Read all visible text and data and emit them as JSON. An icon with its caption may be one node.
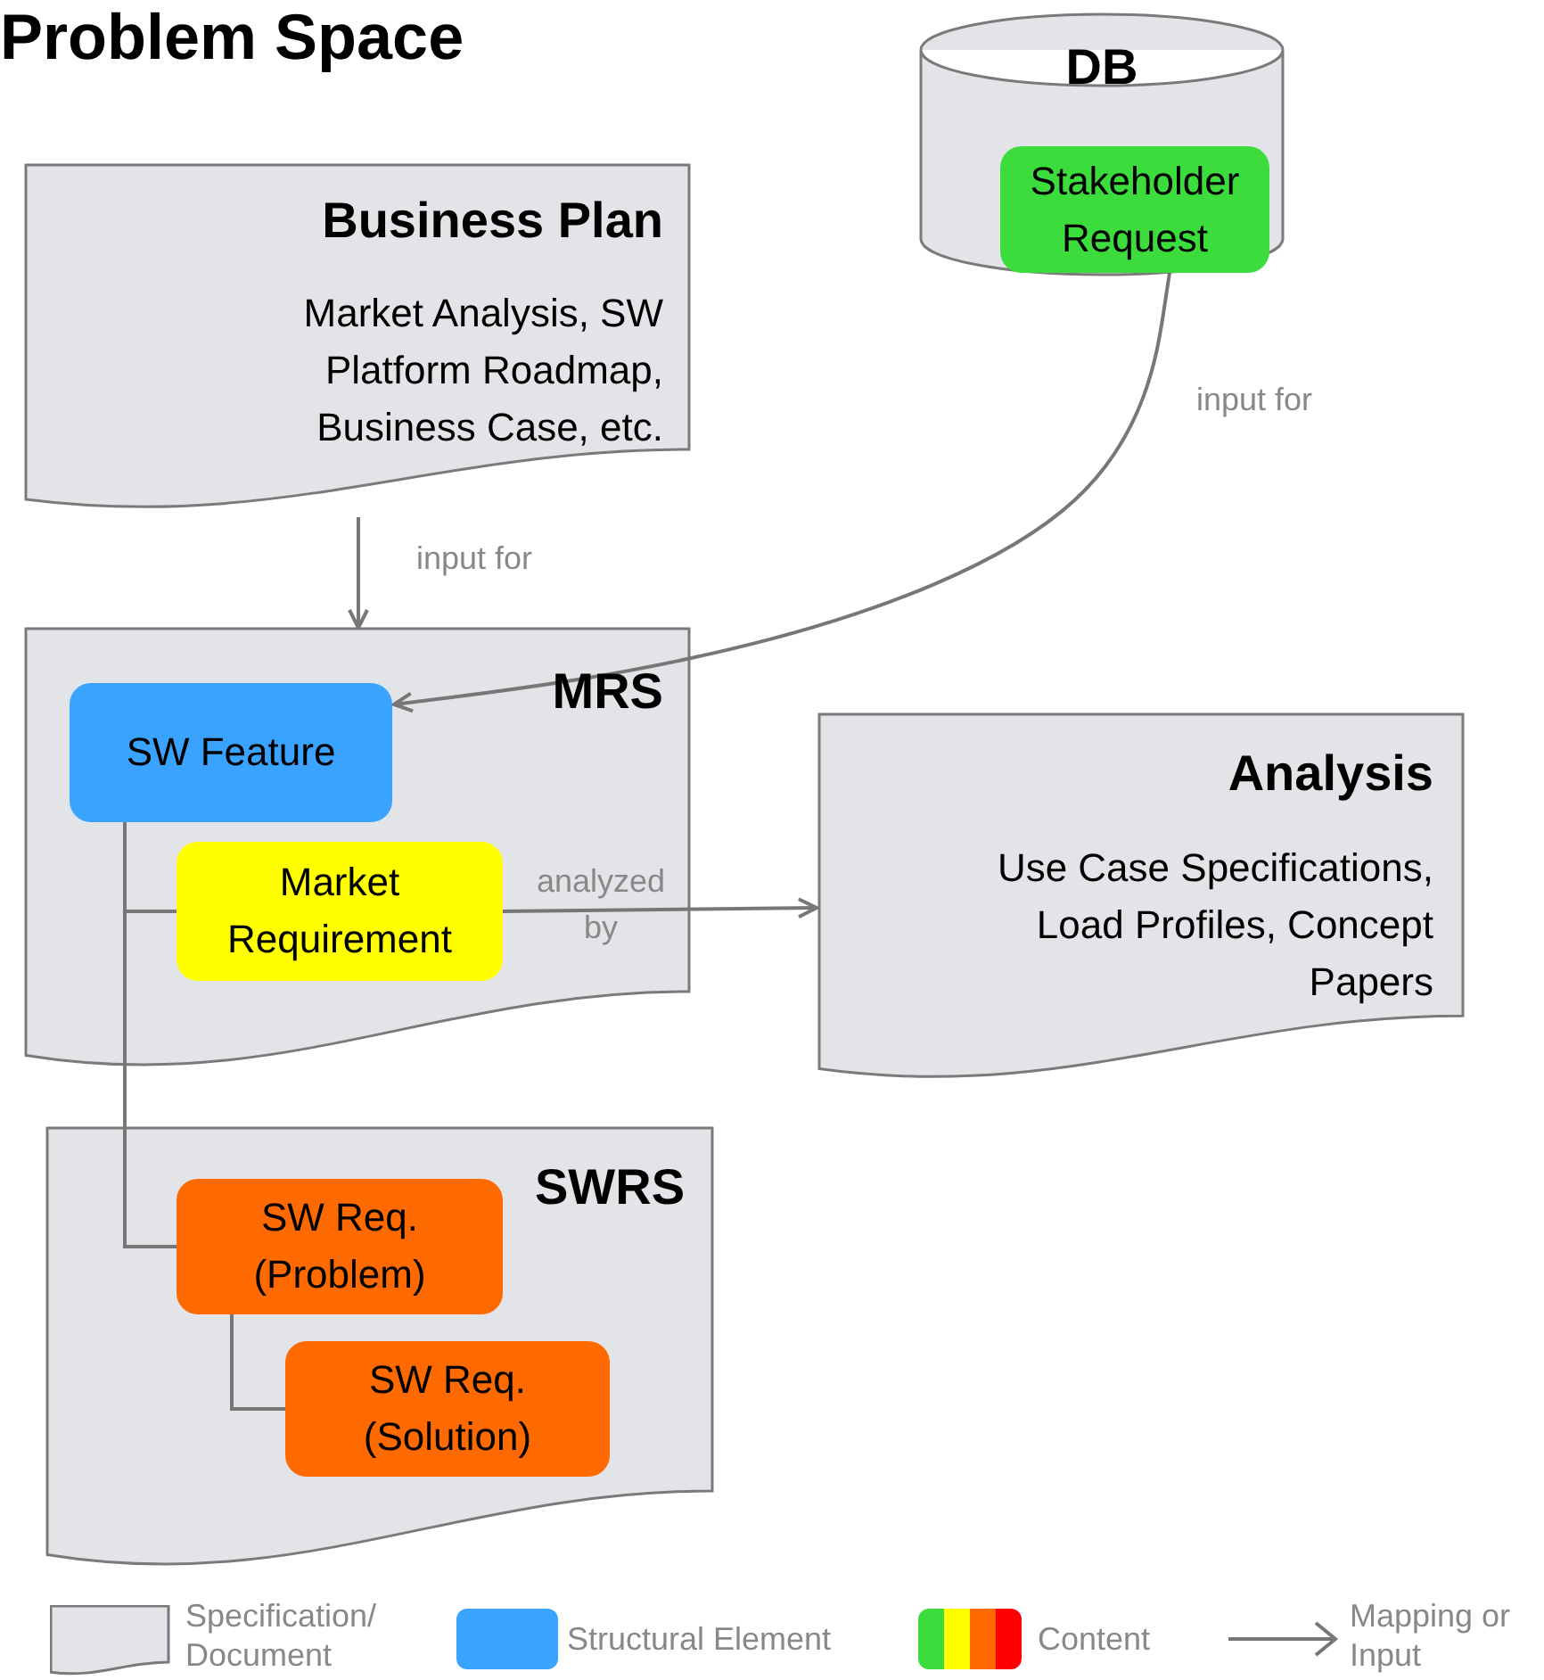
{
  "diagram": {
    "title": "Problem Space",
    "nodes": [
      {
        "text": [
          "Business Plan",
          "Market Analysis, SW Platform Roadmap, Business Case, etc."
        ]
      },
      {
        "text": [
          "DB"
        ]
      },
      {
        "text": [
          "Stakeholder Request"
        ],
        "in": 1
      },
      {
        "text": [
          "MRS"
        ]
      },
      {
        "text": [
          "SW Feature"
        ],
        "in": 3
      },
      {
        "text": [
          "Market Requirement"
        ],
        "in": 3
      },
      {
        "text": [
          "Analysis",
          "Use Case Specifications, Load Profiles, Concept Papers"
        ]
      },
      {
        "text": [
          "SWRS"
        ]
      },
      {
        "text": [
          "SW Req. (Problem)"
        ],
        "in": 7
      },
      {
        "text": [
          "SW Req. (Solution)"
        ],
        "in": 7
      }
    ],
    "edges": [
      {
        "from": 0,
        "to": 3,
        "arrow": "to",
        "label": "input for"
      },
      {
        "from": 2,
        "to": 4,
        "arrow": "to",
        "label": "input for"
      },
      {
        "from": 5,
        "to": 6,
        "arrow": "to",
        "label": "analyzed by"
      },
      {
        "from": 4,
        "to": 5,
        "arrow": "none"
      },
      {
        "from": 4,
        "to": 8,
        "arrow": "none"
      },
      {
        "from": 8,
        "to": 9,
        "arrow": "none"
      }
    ],
    "legend": [
      {
        "text": "Specification/ Document"
      },
      {
        "text": "Structural Element",
        "color": "#3aa3ff"
      },
      {
        "text": "Content"
      },
      {
        "text": "Mapping or Input"
      }
    ]
  }
}
